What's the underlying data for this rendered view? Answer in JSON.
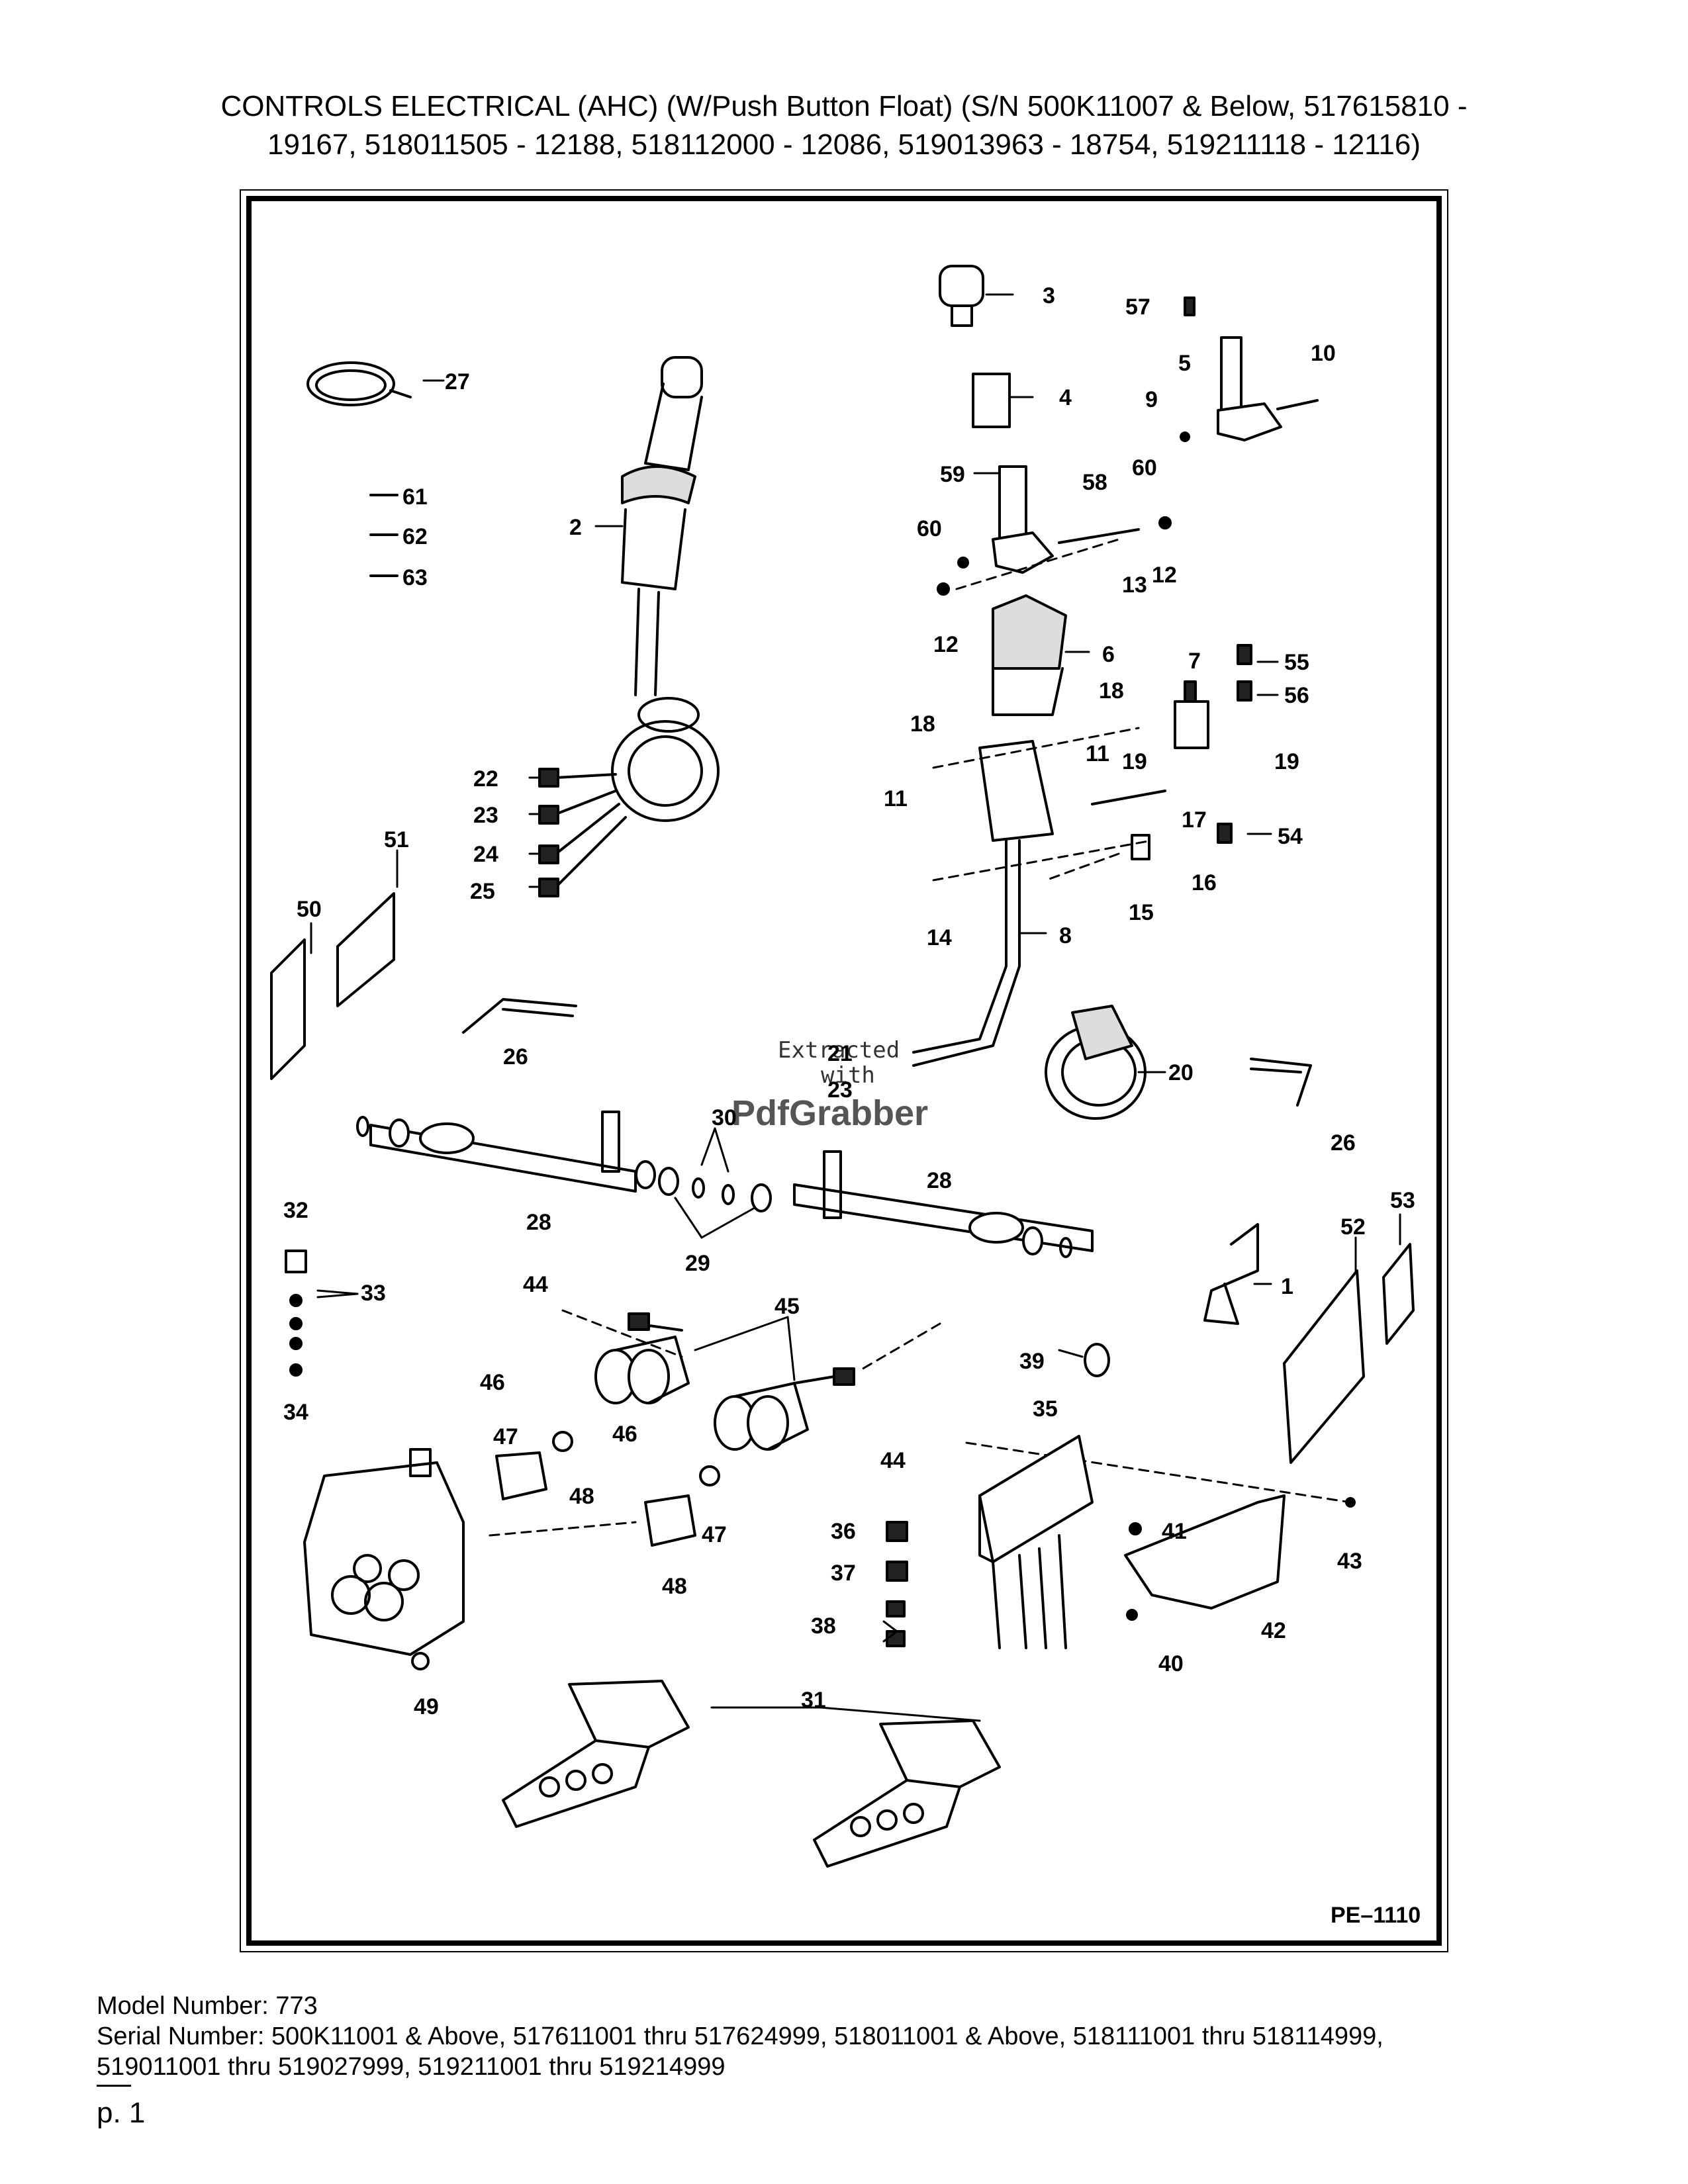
{
  "title_line1": "CONTROLS ELECTRICAL (AHC) (W/Push Button Float) (S/N 500K11007 & Below, 517615810 -",
  "title_line2": "19167, 518011505 - 12188, 518112000 - 12086, 519013963 - 18754, 519211118 - 12116)",
  "figure_code": "PE–1110",
  "watermark": {
    "line1": "Extracted",
    "line2": "with",
    "brand": "PdfGrabber"
  },
  "model_number": "Model Number: 773",
  "serial_line1": "Serial Number: 500K11001 & Above, 517611001 thru 517624999, 518011001 & Above, 518111001 thru 518114999,",
  "serial_line2": "519011001 thru 519027999, 519211001 thru 519214999",
  "page_label": "p. 1",
  "callouts": [
    "1",
    "2",
    "3",
    "4",
    "5",
    "6",
    "7",
    "8",
    "9",
    "10",
    "11",
    "11",
    "12",
    "12",
    "13",
    "14",
    "15",
    "16",
    "17",
    "18",
    "18",
    "19",
    "19",
    "20",
    "21",
    "22",
    "23",
    "23",
    "24",
    "25",
    "26",
    "26",
    "27",
    "28",
    "28",
    "29",
    "30",
    "31",
    "32",
    "33",
    "34",
    "35",
    "36",
    "37",
    "38",
    "39",
    "40",
    "41",
    "42",
    "43",
    "44",
    "44",
    "45",
    "46",
    "46",
    "47",
    "47",
    "48",
    "48",
    "49",
    "50",
    "51",
    "52",
    "53",
    "54",
    "55",
    "56",
    "57",
    "58",
    "59",
    "60",
    "60",
    "61",
    "62",
    "63"
  ]
}
